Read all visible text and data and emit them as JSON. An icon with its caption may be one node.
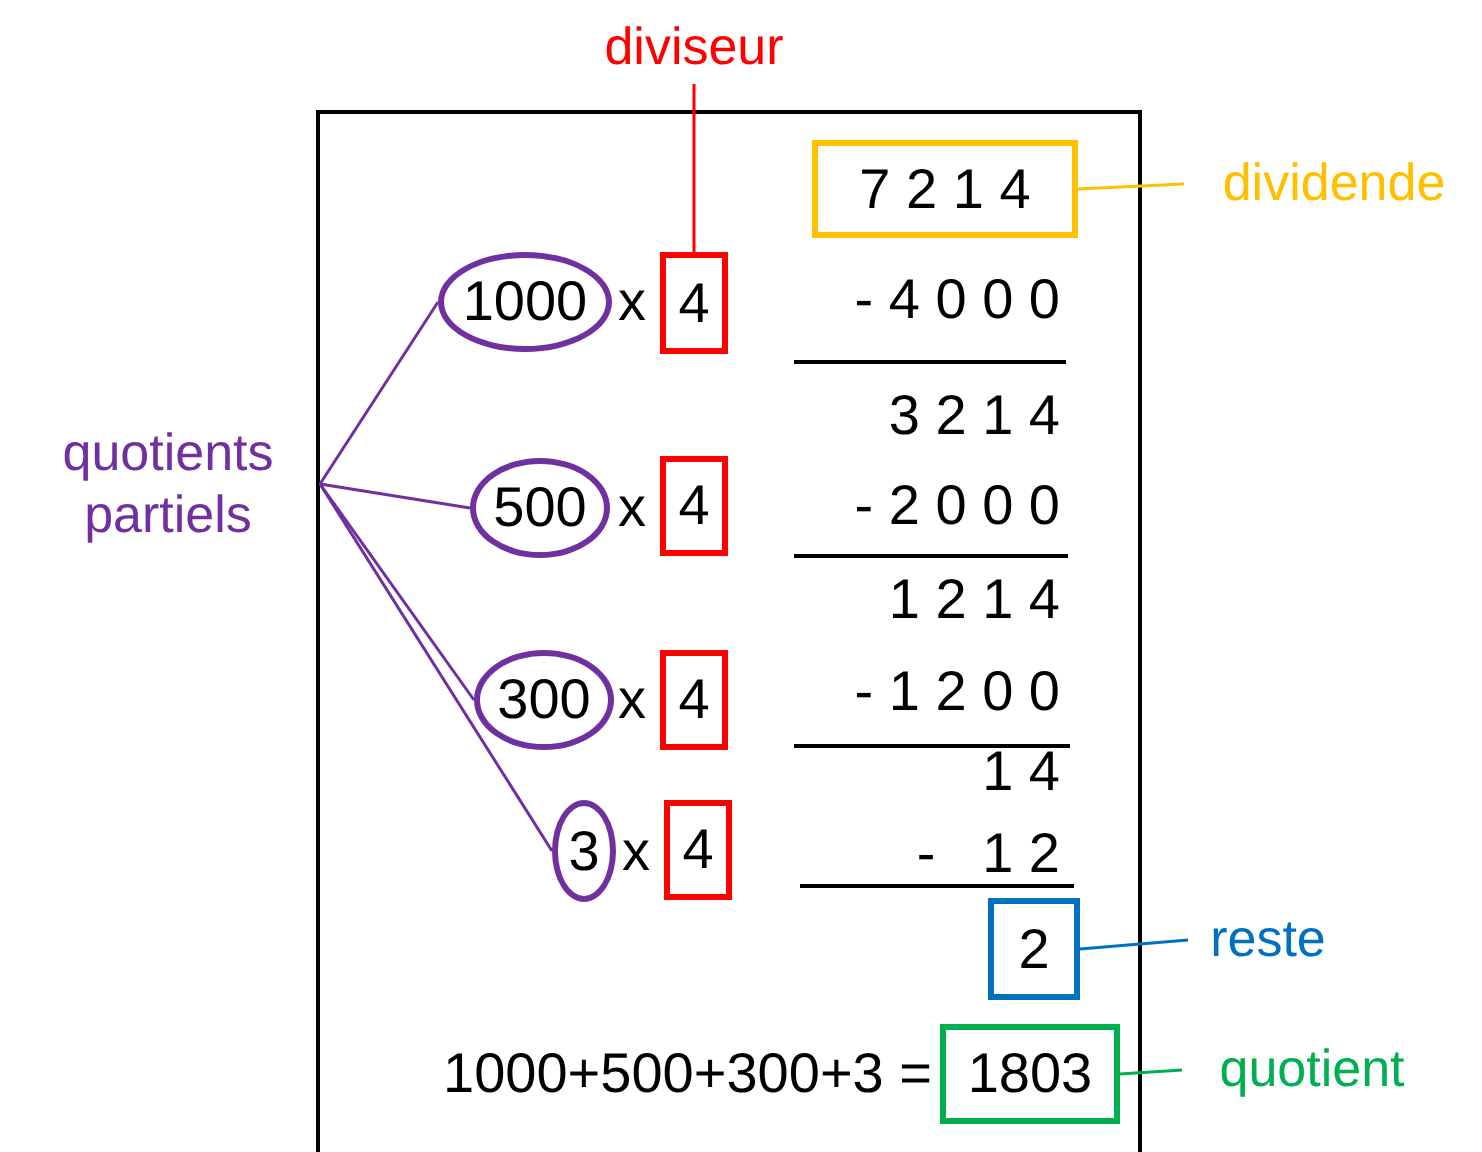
{
  "diagram": {
    "nodes": [
      {
        "text": [],
        "shape": "box"
      },
      {
        "text": [
          "7 2 1 4"
        ],
        "in": 0
      },
      {
        "text": [
          "dividende"
        ]
      },
      {
        "text": [
          "diviseur"
        ]
      },
      {
        "text": [
          "1000"
        ],
        "in": 0
      },
      {
        "text": [
          "4"
        ],
        "in": 0
      },
      {
        "text": [
          "500"
        ],
        "in": 0
      },
      {
        "text": [
          "4"
        ],
        "in": 0
      },
      {
        "text": [
          "300"
        ],
        "in": 0
      },
      {
        "text": [
          "4"
        ],
        "in": 0
      },
      {
        "text": [
          "3"
        ],
        "in": 0
      },
      {
        "text": [
          "4"
        ],
        "in": 0
      },
      {
        "text": [
          "2"
        ],
        "in": 0
      },
      {
        "text": [
          "reste"
        ]
      },
      {
        "text": [
          "1803"
        ],
        "in": 0
      },
      {
        "text": [
          "quotient"
        ]
      },
      {
        "text": [
          "quotients partiels"
        ]
      }
    ],
    "edges": [
      {
        "from": 2,
        "to": 1,
        "arrow": "none",
        "color": "#ffc000"
      },
      {
        "from": 3,
        "to": 5,
        "arrow": "none",
        "color": "#ff0000"
      },
      {
        "from": 16,
        "to": 4,
        "arrow": "none"
      },
      {
        "from": 16,
        "to": 6,
        "arrow": "none"
      },
      {
        "from": 16,
        "to": 8,
        "arrow": "none"
      },
      {
        "from": 16,
        "to": 10,
        "arrow": "none"
      },
      {
        "from": 13,
        "to": 12,
        "arrow": "none",
        "color": "#0070c0"
      },
      {
        "from": 15,
        "to": 14,
        "arrow": "none",
        "color": "#00b050"
      }
    ],
    "labels": [
      "x",
      "- 4 0 0 0",
      "3 2 1 4",
      "x",
      "- 2 0 0 0",
      "1 2 1 4",
      "x",
      "- 1 2 0 0",
      "1 4",
      "x",
      "-   1 2",
      "1000+500+300+3 ="
    ]
  }
}
